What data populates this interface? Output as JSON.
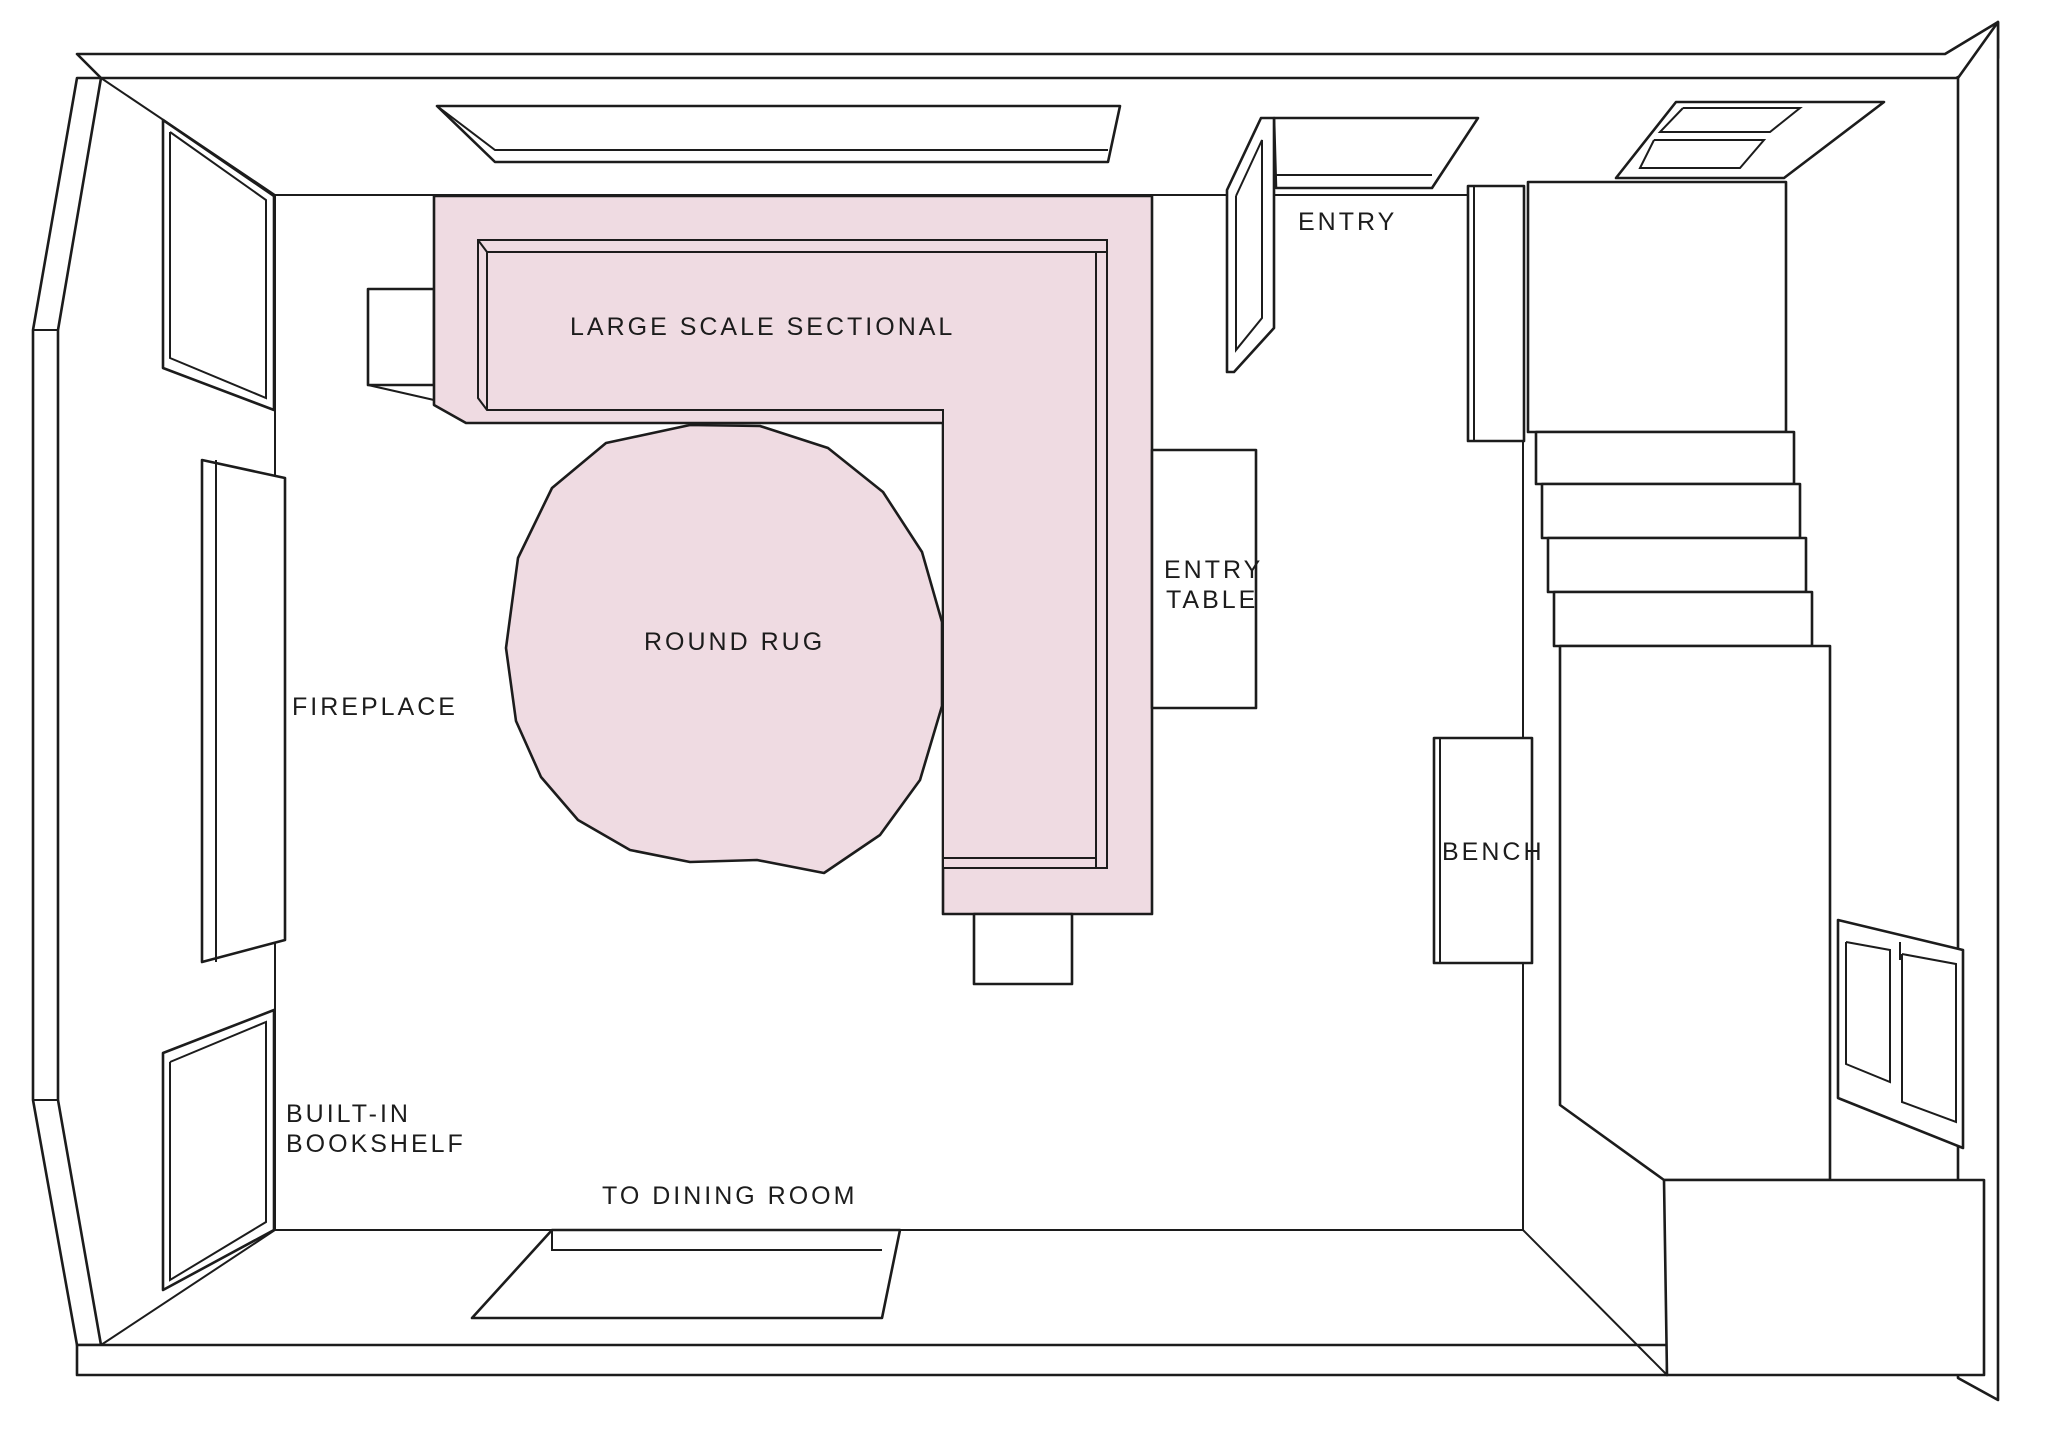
{
  "labels": {
    "sectional": "LARGE SCALE SECTIONAL",
    "rug": "ROUND RUG",
    "entry": "ENTRY",
    "entry_table_line1": "ENTRY",
    "entry_table_line2": "TABLE",
    "fireplace": "FIREPLACE",
    "bookshelf_line1": "BUILT-IN",
    "bookshelf_line2": "BOOKSHELF",
    "dining": "TO DINING ROOM",
    "bench": "BENCH"
  },
  "colors": {
    "highlight": "#efdbe2",
    "line": "#1c1c1c",
    "background": "#ffffff"
  }
}
